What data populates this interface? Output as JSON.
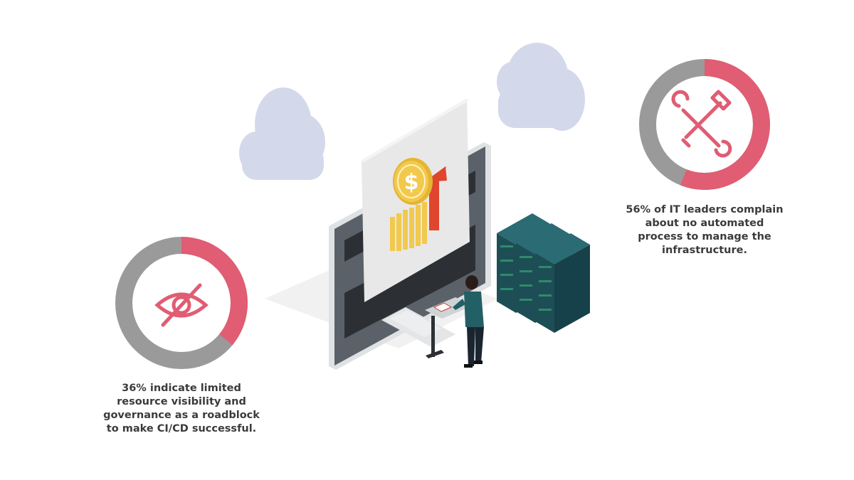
{
  "stats": [
    {
      "id": "left",
      "percent": 36,
      "icon": "eye-slash-icon",
      "lines": [
        "36% indicate limited",
        "resource visibility and",
        "governance as a roadblock",
        "to make CI/CD successful."
      ]
    },
    {
      "id": "right",
      "percent": 56,
      "icon": "tools-icon",
      "lines": [
        "56% of IT leaders complain",
        "about no automated",
        "process to manage the",
        "infrastructure."
      ]
    }
  ],
  "illustration": {
    "currency_symbol": "$"
  },
  "colors": {
    "accent": "#e05d73",
    "ring_grey": "#9a9a9a",
    "cloud": "#d3d9ea",
    "server": "#1d4e55",
    "coin": "#f2c94c",
    "arrow": "#e0452e"
  }
}
